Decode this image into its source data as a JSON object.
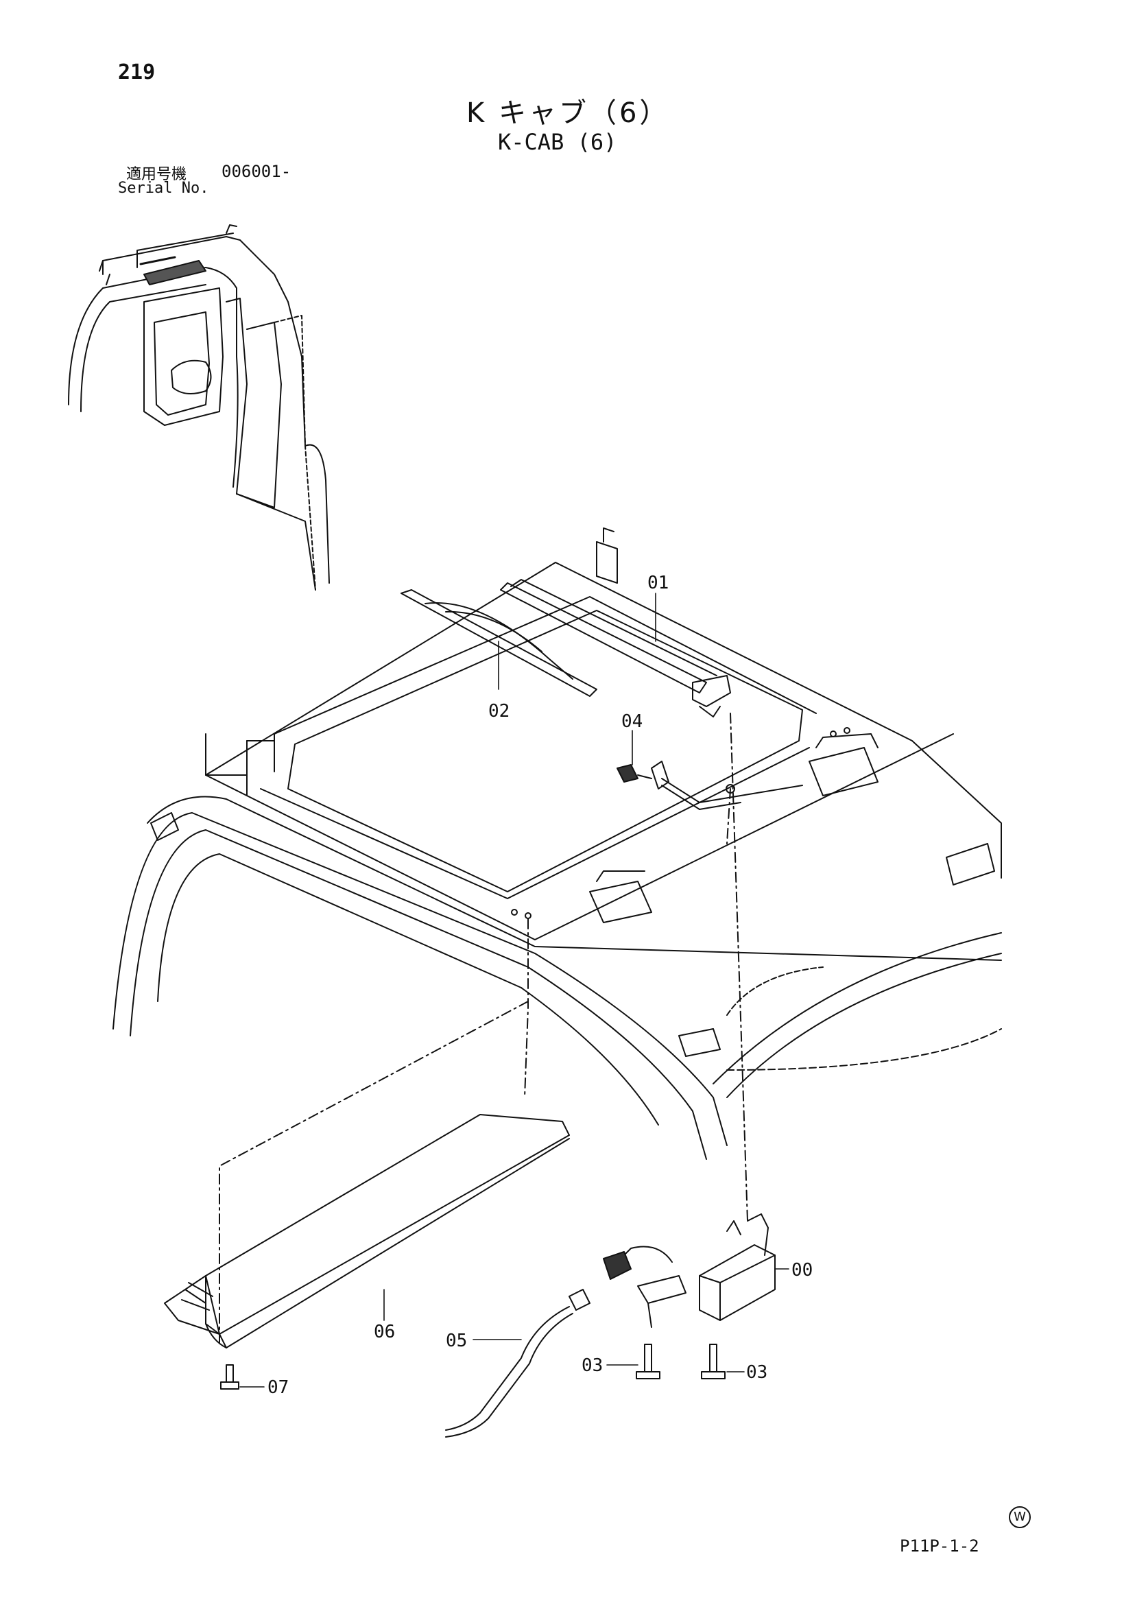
{
  "page_number": "219",
  "title_jp": "K キャブ（6）",
  "title_en": "K-CAB (6)",
  "serial_label_jp": "適用号機",
  "serial_value": "006001-",
  "serial_label_en": "Serial No.",
  "drawing_code": "P11P-1-2",
  "watermark_symbol": "W",
  "callouts": [
    "01",
    "02",
    "04",
    "00",
    "06",
    "05",
    "03",
    "03",
    "07"
  ]
}
